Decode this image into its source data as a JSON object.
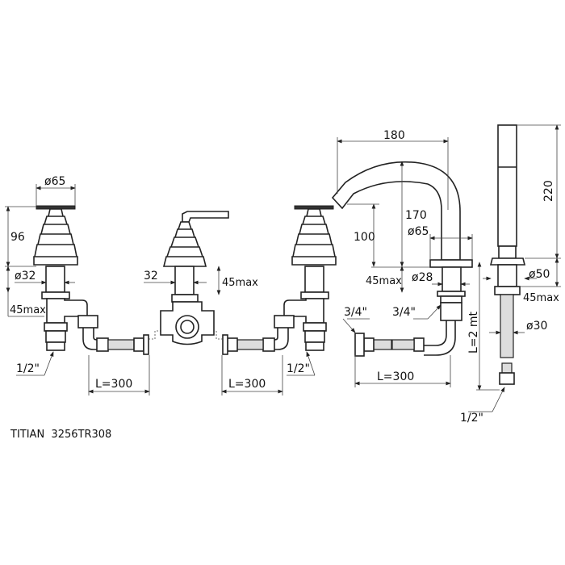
{
  "drawing": {
    "caption": "TITIAN  3256TR308",
    "left_valve": {
      "diameter_head": "ø65",
      "height": "96",
      "diameter_stem": "ø32",
      "max_depth": "45max",
      "thread": "1/2\""
    },
    "center_valve": {
      "stem_width": "32",
      "max_depth": "45max"
    },
    "hoses": {
      "left": "L=300",
      "center": "L=300",
      "right": "L=300"
    },
    "right_valve": {
      "thread": "1/2\""
    },
    "spout": {
      "reach": "180",
      "height_total": "170",
      "height_outlet": "100",
      "diameter_base": "ø65",
      "diameter_stem": "ø28",
      "max_depth": "45max",
      "thread_left": "3/4\"",
      "thread_right": "3/4\""
    },
    "hand_shower": {
      "height": "220",
      "diameter_base": "ø50",
      "max_depth": "45max",
      "diameter_hose": "ø30",
      "hose_length": "L=2  mt",
      "thread": "1/2\""
    }
  }
}
